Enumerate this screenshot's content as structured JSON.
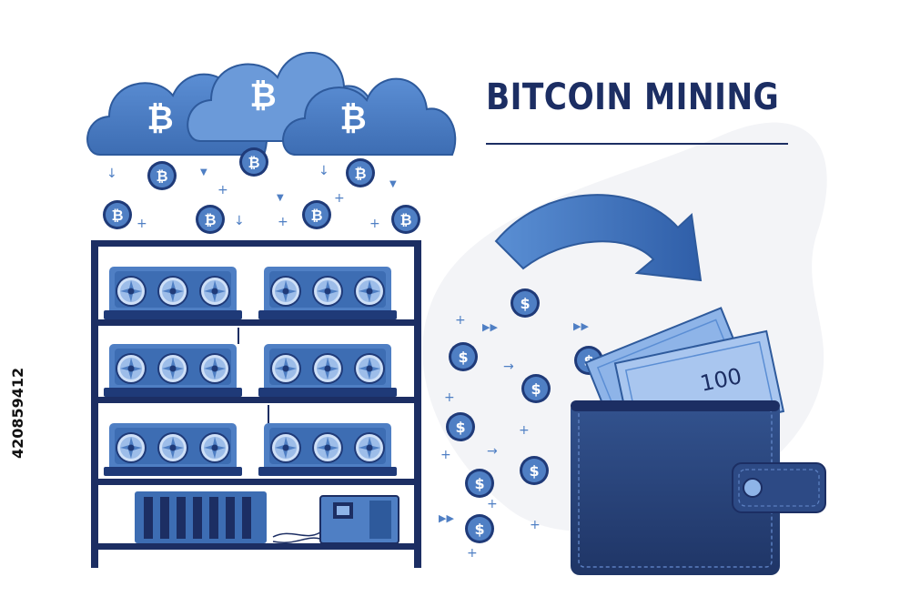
{
  "title": "BITCOIN MINING",
  "bitcoin_symbol": "₿",
  "dollar_symbol": "$",
  "banknote_value": "100",
  "stock_id": "420859412",
  "colors": {
    "navy": "#1c2e63",
    "blue": "#4f7fc4",
    "light_blue": "#8eb4e8",
    "wallet": "#2d4a85"
  }
}
